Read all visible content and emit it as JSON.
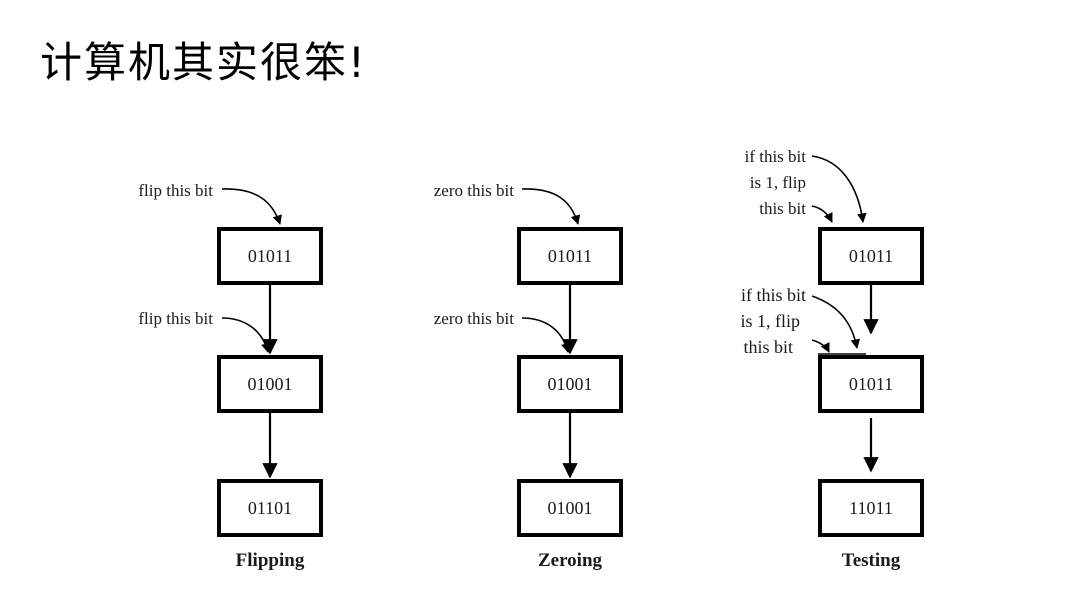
{
  "title": "计算机其实很笨!",
  "columns": [
    {
      "caption": "Flipping",
      "boxes": [
        "01011",
        "01001",
        "01101"
      ],
      "labels": [
        [
          "flip this bit"
        ],
        [
          "flip this bit"
        ]
      ]
    },
    {
      "caption": "Zeroing",
      "boxes": [
        "01011",
        "01001",
        "01001"
      ],
      "labels": [
        [
          "zero this bit"
        ],
        [
          "zero this bit"
        ]
      ]
    },
    {
      "caption": "Testing",
      "boxes": [
        "01011",
        "01011",
        "11011"
      ],
      "labels": [
        [
          "if this bit",
          "is 1, flip",
          "this bit"
        ],
        [
          "if this bit",
          "is 1, flip",
          "this bit"
        ]
      ]
    }
  ]
}
